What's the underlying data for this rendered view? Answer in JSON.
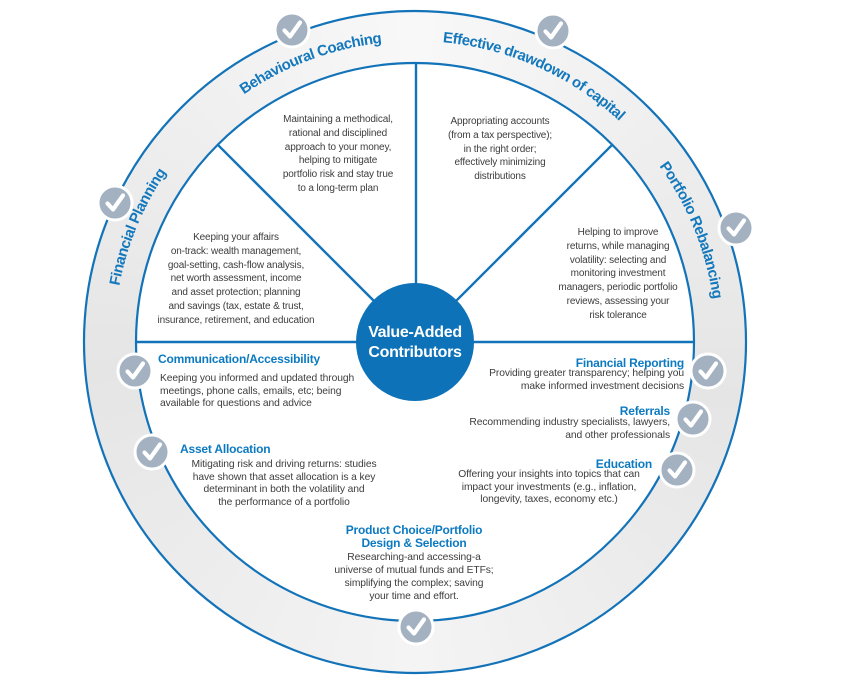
{
  "center": {
    "title": "Value-Added\nContributors"
  },
  "segments": {
    "financial_planning": {
      "label": "Financial Planning",
      "text": "Keeping your affairs\non-track: wealth management,\ngoal-setting, cash-flow analysis,\nnet worth assessment, income\nand asset protection; planning\nand savings (tax, estate & trust,\ninsurance, retirement, and education"
    },
    "behavioural_coaching": {
      "label": "Behavioural Coaching",
      "text": "Maintaining a methodical,\nrational and disciplined\napproach to your money,\nhelping to mitigate\nportfolio risk and stay true\nto a long-term plan"
    },
    "effective_drawdown": {
      "label": "Effective drawdown of capital",
      "text": "Appropriating accounts\n(from a tax perspective);\nin the right order;\neffectively minimizing\ndistributions"
    },
    "portfolio_rebalancing": {
      "label": "Portfolio Rebalancing",
      "text": "Helping to improve\nreturns, while managing\nvolatility: selecting and\nmonitoring investment\nmanagers, periodic portfolio\nreviews, assessing your\nrisk tolerance"
    }
  },
  "services": {
    "communication": {
      "heading": "Communication/Accessibility",
      "text": "Keeping you informed and updated through\nmeetings, phone calls, emails, etc; being\navailable for questions and advice"
    },
    "asset_allocation": {
      "heading": "Asset Allocation",
      "text": "Mitigating risk and driving returns: studies\nhave shown that asset allocation is a key\ndeterminant in both the volatility and\nthe performance of a portfolio"
    },
    "financial_reporting": {
      "heading": "Financial Reporting",
      "text": "Providing greater transparency; helping you\nmake informed investment decisions"
    },
    "referrals": {
      "heading": "Referrals",
      "text": "Recommending industry specialists, lawyers,\nand other professionals"
    },
    "education": {
      "heading": "Education",
      "text": "Offering your insights into topics that can\nimpact your investments (e.g., inflation,\nlongevity, taxes, economy etc.)"
    },
    "product_choice": {
      "heading": "Product Choice/Portfolio\nDesign & Selection",
      "text": "Researching-and accessing-a\nuniverse of mutual funds and ETFs;\nsimplifying the complex; saving\nyour time and effort."
    }
  },
  "icons": {
    "badge": "checkmark"
  },
  "colors": {
    "blue_line": "#1373b9",
    "blue_heading": "#0c7ac1",
    "center_fill": "#0e72b8",
    "badge_gray": "#a3b1c1",
    "ring_fill": "#eaeaea",
    "body_text": "#3d3d3d"
  }
}
